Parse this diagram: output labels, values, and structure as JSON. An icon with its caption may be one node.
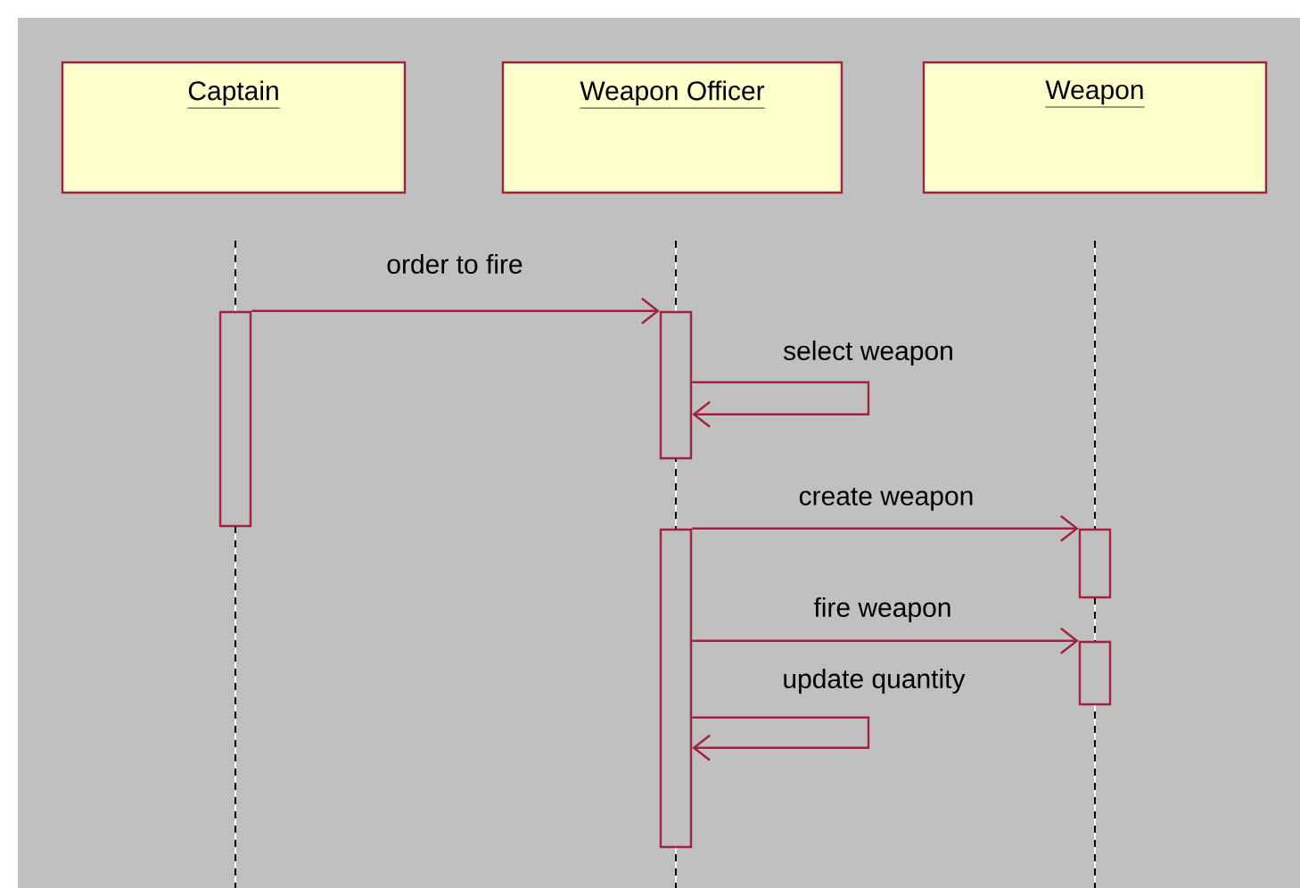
{
  "diagram": {
    "nodes": [
      {
        "text": [
          "Captain"
        ]
      },
      {
        "text": [
          "Weapon Officer"
        ]
      },
      {
        "text": [
          "Weapon"
        ]
      },
      {
        "text": [],
        "shape": "bar"
      },
      {
        "text": [],
        "shape": "bar"
      },
      {
        "text": [],
        "shape": "bar"
      },
      {
        "text": [],
        "shape": "bar"
      },
      {
        "text": [],
        "shape": "bar"
      }
    ],
    "edges": [
      {
        "from": 3,
        "to": 4,
        "arrow": "to",
        "label": "order to fire"
      },
      {
        "from": 4,
        "to": 4,
        "arrow": "to",
        "label": "select weapon"
      },
      {
        "from": 5,
        "to": 6,
        "arrow": "to",
        "label": "create weapon"
      },
      {
        "from": 5,
        "to": 7,
        "arrow": "to",
        "label": "fire weapon"
      },
      {
        "from": 5,
        "to": 5,
        "arrow": "to",
        "label": "update quantity"
      }
    ]
  }
}
